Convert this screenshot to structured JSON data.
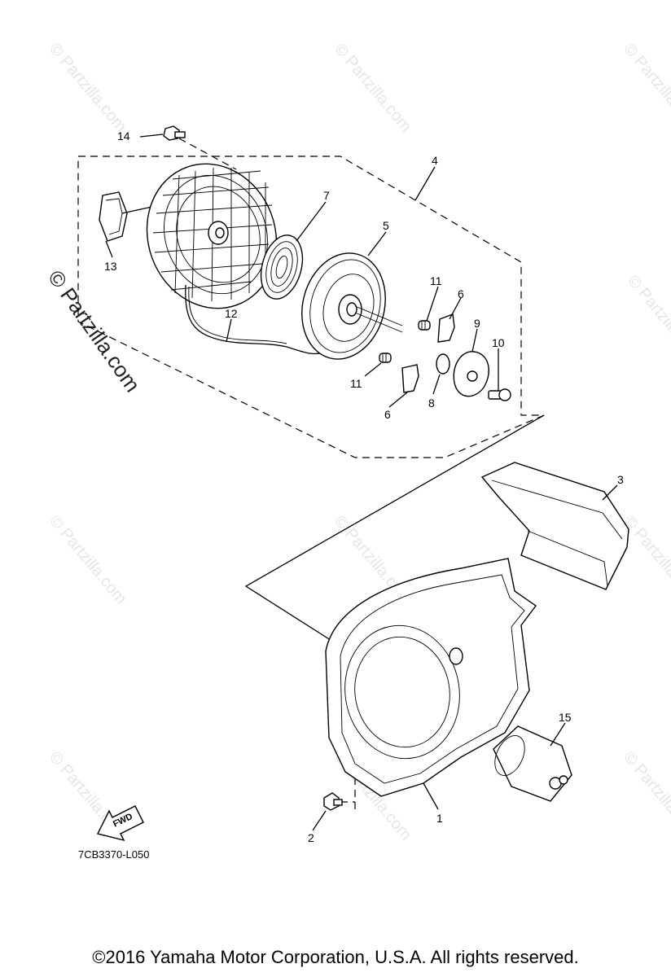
{
  "watermark": {
    "text": "© Partzilla.com",
    "prominent_text": "© Partzilla.com"
  },
  "callouts": {
    "c1": "1",
    "c2": "2",
    "c3": "3",
    "c4": "4",
    "c5": "5",
    "c6a": "6",
    "c6b": "6",
    "c7": "7",
    "c8": "8",
    "c9": "9",
    "c10": "10",
    "c11a": "11",
    "c11b": "11",
    "c12": "12",
    "c13": "13",
    "c14": "14",
    "c15": "15"
  },
  "fwd_label": "FWD",
  "diagram_code": "7CB3370-L050",
  "copyright": "©2016  Yamaha Motor Corporation, U.S.A. All rights reserved."
}
